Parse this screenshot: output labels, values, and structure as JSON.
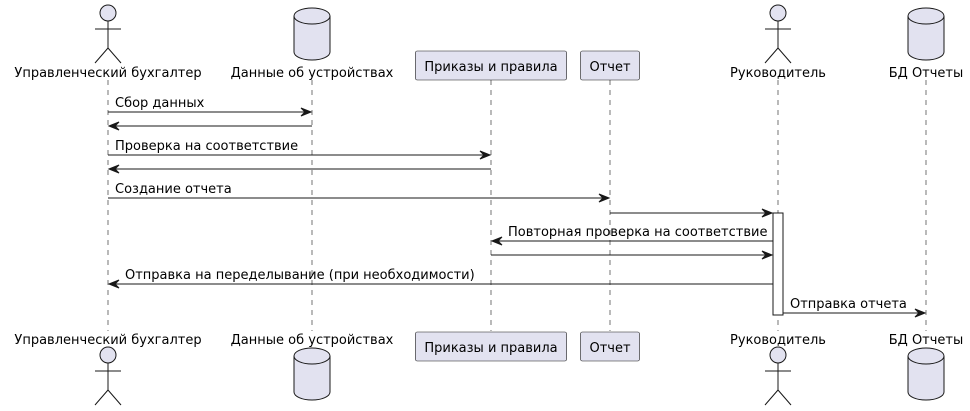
{
  "diagram": {
    "type": "sequence",
    "participants": [
      {
        "id": "accountant",
        "kind": "actor",
        "label": "Управленческий бухгалтер"
      },
      {
        "id": "devices",
        "kind": "database",
        "label": "Данные об устройствах"
      },
      {
        "id": "rules",
        "kind": "participant",
        "label": "Приказы и правила"
      },
      {
        "id": "report",
        "kind": "participant",
        "label": "Отчет"
      },
      {
        "id": "manager",
        "kind": "actor",
        "label": "Руководитель"
      },
      {
        "id": "reportsdb",
        "kind": "database",
        "label": "БД Отчеты"
      }
    ],
    "messages": [
      {
        "from": "accountant",
        "to": "devices",
        "label": "Сбор данных"
      },
      {
        "from": "devices",
        "to": "accountant",
        "label": ""
      },
      {
        "from": "accountant",
        "to": "rules",
        "label": "Проверка на соответствие"
      },
      {
        "from": "rules",
        "to": "accountant",
        "label": ""
      },
      {
        "from": "accountant",
        "to": "report",
        "label": "Создание отчета"
      },
      {
        "from": "report",
        "to": "manager",
        "label": ""
      },
      {
        "from": "manager",
        "to": "rules",
        "label": "Повторная проверка на соответствие"
      },
      {
        "from": "rules",
        "to": "manager",
        "label": ""
      },
      {
        "from": "manager",
        "to": "accountant",
        "label": "Отправка на переделывание (при необходимости)"
      },
      {
        "from": "manager",
        "to": "reportsdb",
        "label": "Отправка отчета"
      }
    ],
    "activations": [
      {
        "participant": "manager",
        "from_message": 5,
        "to_message": 9
      }
    ]
  }
}
